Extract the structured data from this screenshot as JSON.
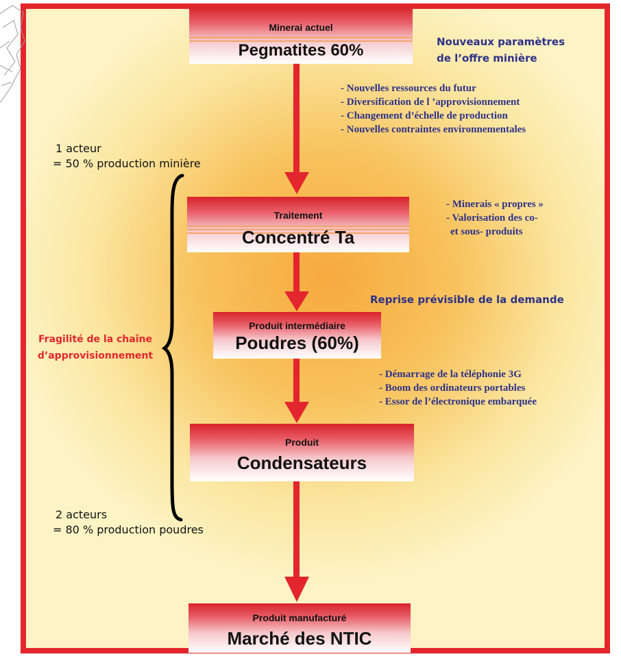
{
  "boxes": [
    {
      "small": "Minerai actuel",
      "big": "Pegmatites 60%"
    },
    {
      "small": "Traitement",
      "big": "Concentré Ta"
    },
    {
      "small": "Produit intermédiaire",
      "big": "Poudres (60%)"
    },
    {
      "small": "Produit",
      "big": "Condensateurs"
    },
    {
      "small": "Produit manufacturé",
      "big": "Marché des NTIC"
    }
  ],
  "offer": {
    "heading": [
      "Nouveaux paramètres",
      "de l’offre minière"
    ],
    "items": [
      "- Nouvelles ressources du futur",
      "- Diversification de l ’approvisionnement",
      "- Changement d’échelle de production",
      "- Nouvelles contraintes environnementales"
    ]
  },
  "treatment_notes": [
    "- Minerais « propres »",
    "- Valorisation des co-",
    "et sous- produits"
  ],
  "demand": {
    "heading": "Reprise prévisible de la demande",
    "items": [
      "- Démarrage de la téléphonie 3G",
      "- Boom des ordinateurs portables",
      "- Essor de l’électronique embarquée"
    ]
  },
  "actors_top": [
    "1 acteur",
    "= 50 % production minière"
  ],
  "actors_bottom": [
    "2 acteurs",
    "= 80 % production poudres"
  ],
  "fragility": [
    "Fragilité de la chaîne",
    "d’approvisionnement"
  ],
  "colors": {
    "frame": "#e3262d",
    "arrow": "#e3262d",
    "notes": "#2d3288",
    "fragility": "#e3262d"
  }
}
